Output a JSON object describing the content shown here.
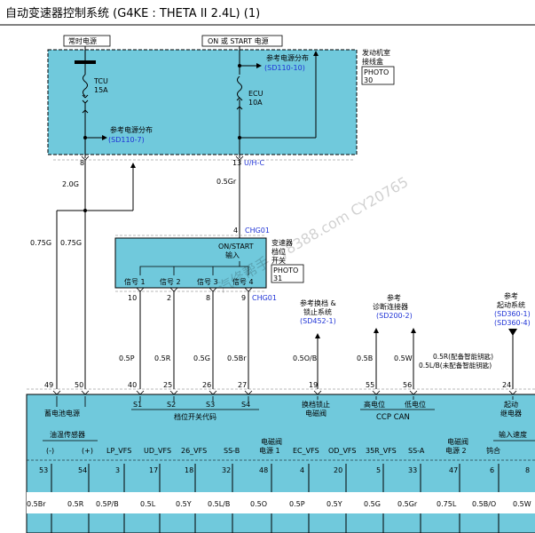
{
  "title": "自动变速器控制系统 (G4KE : THETA II 2.4L) (1)",
  "fuse_box": {
    "label_always_power": "常时电源",
    "label_on_start": "ON 或 START 电源",
    "tcu_fuse": "TCU",
    "tcu_amp": "15A",
    "ecu_fuse": "ECU",
    "ecu_amp": "10A",
    "ref_power_1_text": "参考电源分布",
    "ref_power_1_code": "(SD110-10)",
    "ref_power_2_text": "参考电源分布",
    "ref_power_2_code": "(SD110-7)",
    "engine_box_line1": "发动机室",
    "engine_box_line2": "接线盒",
    "photo_label": "PHOTO",
    "photo_num": "30",
    "pin_left": "8",
    "pin_right": "13",
    "connector": "U/H-C"
  },
  "switch": {
    "on_start": "ON/START",
    "input": "输入",
    "name_line1": "变速器",
    "name_line2": "档位",
    "name_line3": "开关",
    "photo_label": "PHOTO",
    "photo_num": "31",
    "pin_top": "4",
    "connector_top": "CHG01",
    "connector_bottom": "CHG01",
    "signals": [
      "信号 1",
      "信号 2",
      "信号 3",
      "信号 4"
    ],
    "pins": [
      "10",
      "2",
      "8",
      "9"
    ]
  },
  "wires": {
    "w_20g": "2.0G",
    "w_05gr": "0.5Gr",
    "w_075g_a": "0.75G",
    "w_075g_b": "0.75G",
    "w_05p": "0.5P",
    "w_05r": "0.5R",
    "w_05g": "0.5G",
    "w_05br": "0.5Br",
    "w_05ob": "0.5O/B",
    "w_05b": "0.5B",
    "w_05w": "0.5W",
    "w_05r_smart": "0.5R(配备智能钥匙)",
    "w_05lb_smart": "0.5L/B(未配备智能钥匙)"
  },
  "refs": {
    "shift_lock_1": "参考换档 &",
    "shift_lock_2": "锁止系统",
    "shift_lock_code": "(SD452-1)",
    "diag_1": "参考",
    "diag_2": "诊断连接器",
    "diag_code": "(SD200-2)",
    "start_1": "参考",
    "start_2": "起动系统",
    "start_code_1": "(SD360-1)",
    "start_code_2": "(SD360-4)"
  },
  "tcm": {
    "top_pins": [
      "49",
      "50",
      "40",
      "25",
      "26",
      "27",
      "19",
      "55",
      "56",
      "24"
    ],
    "battery": "蓄电池电源",
    "s_labels": [
      "S1",
      "S2",
      "S3",
      "S4"
    ],
    "range_code": "档位开关代码",
    "shift_lock_valve_1": "换档锁止",
    "shift_lock_valve_2": "电磁阀",
    "can_high": "高电位",
    "can_low": "低电位",
    "ccp_can": "CCP CAN",
    "starter_1": "起动",
    "starter_2": "继电器",
    "oil_temp": "油温传感器",
    "oil_minus": "(-)",
    "oil_plus": "(+)",
    "input_speed": "输入速度",
    "bottom_labels": [
      "LP_VFS",
      "UD_VFS",
      "26_VFS",
      "SS-B",
      "EC_VFS",
      "OD_VFS",
      "35R_VFS",
      "SS-A"
    ],
    "sol_power_1": "电磁阀",
    "sol_power_1b": "电源 1",
    "sol_power_2": "电磁阀",
    "sol_power_2b": "电源 2",
    "wuhe": "钨合",
    "bottom_pins": [
      "53",
      "54",
      "3",
      "17",
      "18",
      "32",
      "48",
      "4",
      "20",
      "5",
      "33",
      "47",
      "6",
      "8"
    ],
    "bottom_wires": [
      "0.5Br",
      "0.5R",
      "0.5P/B",
      "0.5L",
      "0.5Y",
      "0.5L/B",
      "0.5O",
      "0.5P",
      "0.5Y",
      "0.5G",
      "0.5Gr",
      "0.75L",
      "0.5B/O",
      "0.5W"
    ]
  },
  "watermark": "汽修帮手 cy8388.com CY20765"
}
